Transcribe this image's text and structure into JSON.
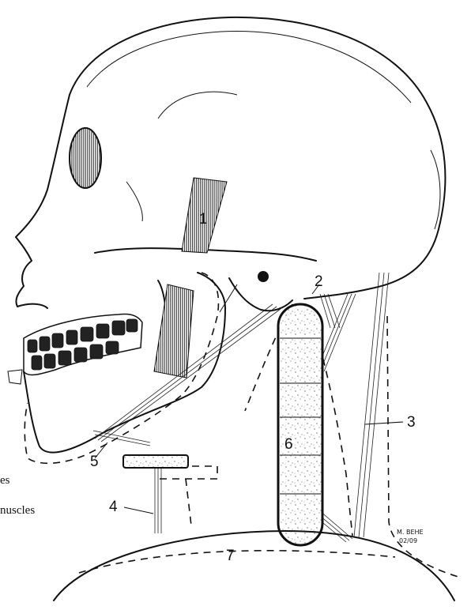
{
  "labels": {
    "l1": "1",
    "l2": "2",
    "l3": "3",
    "l4": "4",
    "l5": "5",
    "l6": "6",
    "l7": "7"
  },
  "side_text": {
    "line1": "es",
    "line2": "nuscles"
  },
  "signature": {
    "name": "M. BEHE",
    "date": "02/09"
  }
}
